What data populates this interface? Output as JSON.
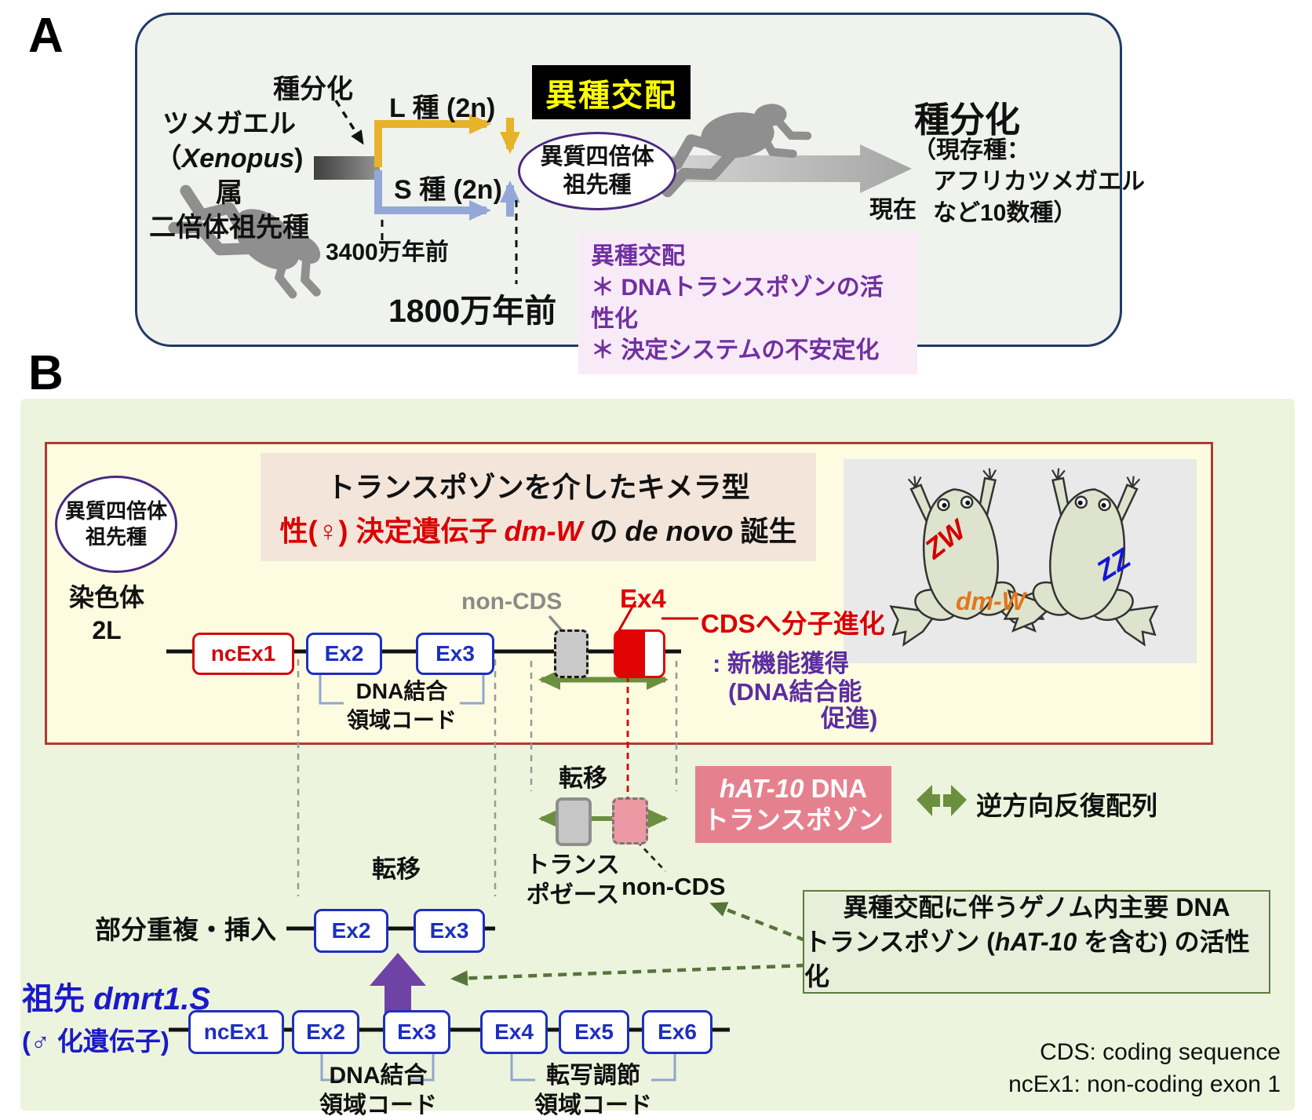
{
  "colors": {
    "accent_red": "#d90000",
    "accent_purple": "#7030a0",
    "exon_blue": "#1d2fc0",
    "olive_green": "#6b8f3e",
    "dark_green": "#55753a",
    "hat10_pink": "#e5818e",
    "banner_yellow": "#ffff00",
    "branch_yellow": "#e7b32b",
    "branch_blue": "#93a8d9",
    "purple_arrow": "#6f42a5",
    "ncex1_red": "#cf0a0a",
    "gene_blue_label": "#1a1ac8"
  },
  "panel_a": {
    "label": "A",
    "speciation_small": "種分化",
    "ancestor_l1": "ツメガエル",
    "ancestor_l2_pre": "（",
    "ancestor_l2_it": "Xenopus",
    "ancestor_l2_post": ") 属",
    "ancestor_l3": "二倍体祖先種",
    "branch_l": "L 種 (2n)",
    "branch_s": "S 種 (2n)",
    "hybrid_banner": "異種交配",
    "tetraploid_l1": "異質四倍体",
    "tetraploid_l2": "祖先種",
    "mya_3400": "3400万年前",
    "mya_1800": "1800万年前",
    "now": "現在",
    "speciation_big": "種分化",
    "extant_l1": "（現存種：",
    "extant_l2": "アフリカツメガエル",
    "extant_l3": "など10数種）",
    "hybrid_note_title": "異種交配",
    "hybrid_note_1": "＊ DNAトランスポゾンの活性化",
    "hybrid_note_2": "＊ 決定システムの不安定化"
  },
  "panel_b": {
    "label": "B",
    "tetraploid_l1": "異質四倍体",
    "tetraploid_l2": "祖先種",
    "title_l1": "トランスポゾンを介したキメラ型",
    "title_l2_red": "性(♀) 決定遺伝子",
    "title_l2_gene": "dm-W",
    "title_l2_mid": "の",
    "title_l2_denovo": "de novo",
    "title_l2_tail": "誕生",
    "chrom_l1": "染色体",
    "chrom_l2": "2L",
    "top_gene": {
      "ncex1": "ncEx1",
      "ex2": "Ex2",
      "ex3": "Ex3",
      "ex4_label": "Ex4",
      "noncds_label": "non-CDS"
    },
    "cds_evo": "CDSへ分子進化",
    "cds_evo_2": ": 新機能獲得",
    "cds_evo_3": "(DNA結合能",
    "cds_evo_4": "促進)",
    "dna_bind_l1": "DNA結合",
    "dna_bind_l2": "領域コード",
    "frogs": {
      "zw": "ZW",
      "dmw": "dm-W",
      "zz": "ZZ"
    },
    "tenni_top": "転移",
    "tenni_mid": "転移",
    "transposase_l1": "トランス",
    "transposase_l2": "ポゼース",
    "noncds_bottom": "non-CDS",
    "hat10_l1_it": "hAT-10",
    "hat10_l1_rest": "DNA",
    "hat10_l2": "トランスポゾン",
    "invrep": "逆方向反復配列",
    "activation_l1": "異種交配に伴うゲノム内主要 DNA",
    "activation_l2_pre": "トランスポゾン (",
    "activation_l2_it": "hAT-10",
    "activation_l2_post": " を含む) の活性化",
    "partial_dup": "部分重複・挿入",
    "dup_ex2": "Ex2",
    "dup_ex3": "Ex3",
    "ancestor_pre": "祖先",
    "ancestor_gene": "dmrt1.S",
    "ancestor_sub": "(♂ 化遺伝子)",
    "bottom_gene": {
      "ncex1": "ncEx1",
      "ex2": "Ex2",
      "ex3": "Ex3",
      "ex4": "Ex4",
      "ex5": "Ex5",
      "ex6": "Ex6"
    },
    "dna_bind2_l1": "DNA結合",
    "dna_bind2_l2": "領域コード",
    "transcr_l1": "転写調節",
    "transcr_l2": "領域コード",
    "note_1": "CDS: coding sequence",
    "note_2": "ncEx1: non-coding exon 1"
  }
}
